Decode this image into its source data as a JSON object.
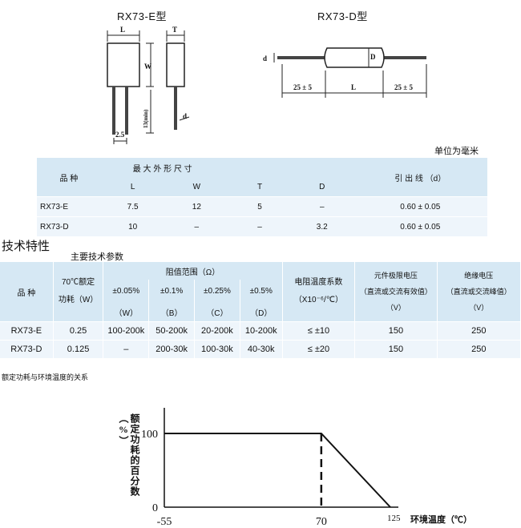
{
  "diagram": {
    "e_type_title": "RX73-E型",
    "d_type_title": "RX73-D型",
    "labels": {
      "L": "L",
      "T": "T",
      "W": "W",
      "d": "d",
      "pitch": "2.5",
      "lead_len": "13(min)",
      "D": "D",
      "lead_left": "25 ± 5",
      "lead_right": "25 ± 5"
    }
  },
  "unit_note": "单位为毫米",
  "dim_table": {
    "col_variety": "品 种",
    "col_dims": "最 大 外 形 尺 寸",
    "col_lead": "引 出 线 （d）",
    "sub_headers": [
      "L",
      "W",
      "T",
      "D"
    ],
    "rows": [
      {
        "name": "RX73-E",
        "L": "7.5",
        "W": "12",
        "T": "5",
        "D": "–",
        "lead": "0.60 ± 0.05"
      },
      {
        "name": "RX73-D",
        "L": "10",
        "W": "–",
        "T": "–",
        "D": "3.2",
        "lead": "0.60 ± 0.05"
      }
    ]
  },
  "section_title": "技术特性",
  "params_title": "主要技术参数",
  "tech_table": {
    "col_variety": "品 种",
    "col_power_1": "70℃额定",
    "col_power_2": "功耗（W）",
    "col_range": "阻值范围（Ω）",
    "tolerances": [
      {
        "pct": "±0.05%",
        "code": "（W）"
      },
      {
        "pct": "±0.1%",
        "code": "（B）"
      },
      {
        "pct": "±0.25%",
        "code": "（C）"
      },
      {
        "pct": "±0.5%",
        "code": "（D）"
      }
    ],
    "col_tcr_1": "电阻温度系数",
    "col_tcr_2": "（X10⁻⁶/℃）",
    "col_vlimit_1": "元件极限电压",
    "col_vlimit_2": "（直流或交流有效值）",
    "col_vlimit_3": "（V）",
    "col_vins_1": "绝缘电压",
    "col_vins_2": "（直流或交流峰值）",
    "col_vins_3": "（V）",
    "rows": [
      {
        "name": "RX73-E",
        "power": "0.25",
        "r1": "100-200k",
        "r2": "50-200k",
        "r3": "20-200k",
        "r4": "10-200k",
        "tcr": "≤ ±10",
        "vlimit": "150",
        "vins": "250"
      },
      {
        "name": "RX73-D",
        "power": "0.125",
        "r1": "–",
        "r2": "200-30k",
        "r3": "100-30k",
        "r4": "40-30k",
        "tcr": "≤ ±20",
        "vlimit": "150",
        "vins": "250"
      }
    ]
  },
  "derating_caption": "额定功耗与环境温度的关系",
  "chart_data": {
    "type": "line",
    "ylabel": "额定功耗的百分数（%）",
    "xlabel": "环境温度（℃）",
    "x": [
      -55,
      70,
      125
    ],
    "y": [
      100,
      100,
      0
    ],
    "x_ticks": [
      "-55",
      "70",
      "125"
    ],
    "y_ticks": [
      "0",
      "100"
    ],
    "x_tick_values": [
      -55,
      70,
      125
    ],
    "y_tick_values": [
      0,
      100
    ],
    "xlim": [
      -55,
      125
    ],
    "ylim": [
      0,
      100
    ],
    "grid": false
  }
}
